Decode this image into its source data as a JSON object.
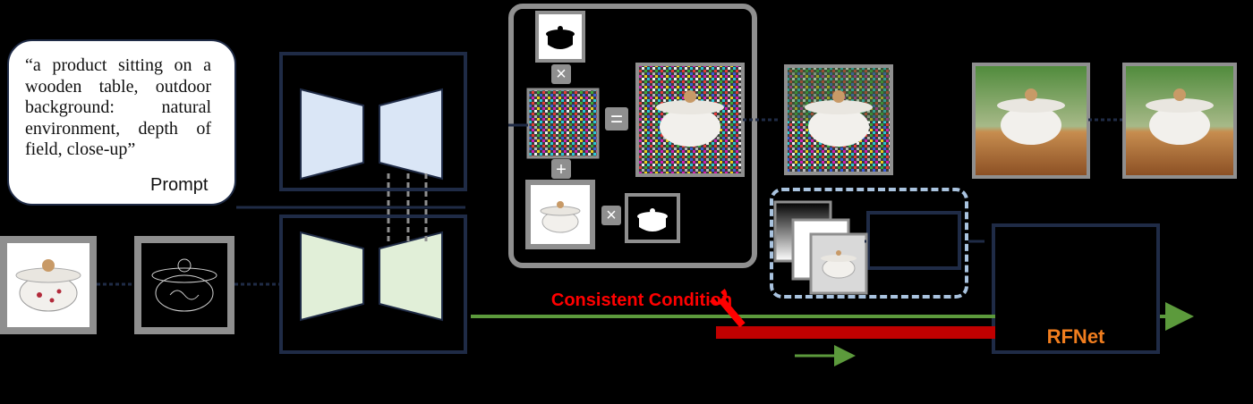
{
  "prompt": {
    "text": "“a product sitting on a wooden table, outdoor background: natural environment, depth of field, close-up”",
    "label": "Prompt"
  },
  "labels": {
    "consistent_condition": "Consistent Condition",
    "rfnet": "RFNet"
  },
  "colors": {
    "navy": "#1f2b46",
    "encoder_blue": "#dae6f6",
    "encoder_green": "#e1efd8",
    "green_arrow": "#5c9a3c",
    "red_arrow": "#c00000",
    "orange_text": "#f07d1e",
    "red_text": "#ff0000",
    "grey_frame": "#8f8f8f",
    "dashed_blue": "#a9c3df"
  },
  "icons": {
    "multiply": "×",
    "equals": "=",
    "plus": "+",
    "wrench": "wrench-icon"
  }
}
